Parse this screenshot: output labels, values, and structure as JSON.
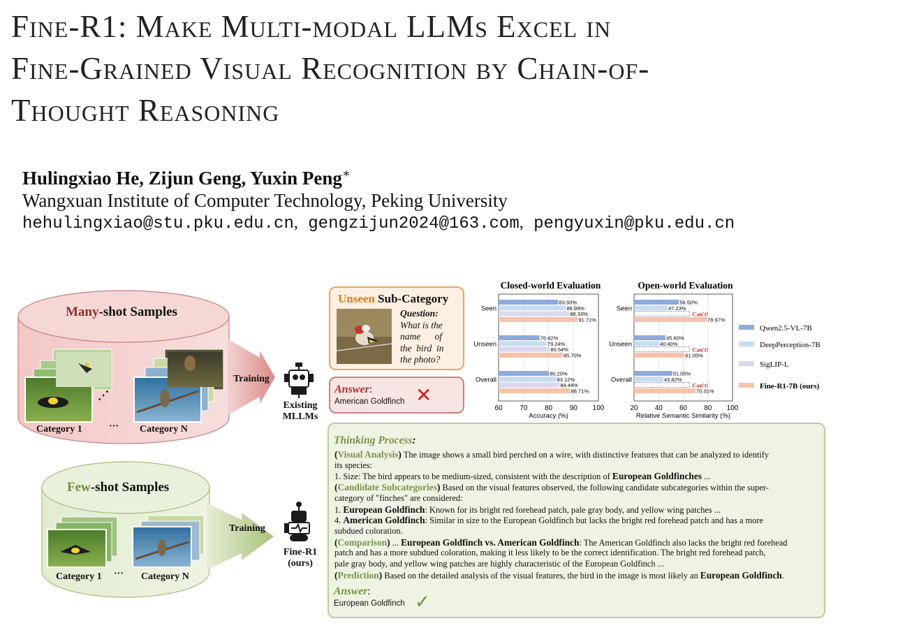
{
  "paper": {
    "title_lines": [
      "Fine-R1:  Make Multi-modal LLMs Excel in",
      "Fine-Grained Visual Recognition by Chain-of-",
      "Thought Reasoning"
    ],
    "authors": "Hulingxiao He, Zijun Geng, Yuxin Peng",
    "author_mark": "∗",
    "affiliation": "Wangxuan Institute of Computer Technology, Peking University",
    "emails": [
      "hehulingxiao@stu.pku.edu.cn",
      "gengzijun2024@163.com",
      "pengyuxin@pku.edu.cn"
    ],
    "email_sep": ","
  },
  "figure": {
    "many_shot": {
      "accent": "Many",
      "rest": "-shot Samples",
      "cat1": "Category 1",
      "dots": "···",
      "catN": "Category N",
      "accent_color": "#8e2f2a"
    },
    "few_shot": {
      "accent": "Few",
      "rest": "-shot Samples",
      "cat1": "Category 1",
      "dots": "···",
      "catN": "Category N",
      "accent_color": "#6f8f3a"
    },
    "training_label": "Training",
    "existing": [
      "Existing",
      "MLLMs"
    ],
    "finer1": [
      "Fine-R1",
      "(ours)"
    ],
    "question_box": {
      "accent": "Unseen",
      "rest": " Sub-Category",
      "question_label": "Question:",
      "question_lines": [
        "What is the",
        "name      of",
        "the  bird  in",
        "the photo?"
      ]
    },
    "wrong_answer": {
      "label": "Answer",
      "colon": ":",
      "text": "American Goldfinch",
      "mark": "✕"
    },
    "thinking": {
      "title": "Thinking Process",
      "colon": ":",
      "lines": [
        [
          {
            "t": "(",
            "s": "gb"
          },
          {
            "t": "Visual Analysis",
            "s": "gh"
          },
          {
            "t": ")",
            "s": "gb"
          },
          {
            "t": " The image shows a small bird perched on a wire, with distinctive features that can be analyzed to identify"
          }
        ],
        [
          {
            "t": "its species:"
          }
        ],
        [
          {
            "t": "1. Size: The bird appears to be medium-sized, consistent with the description of "
          },
          {
            "t": "European Goldfinches",
            "s": "gb"
          },
          {
            "t": " ..."
          }
        ],
        [
          {
            "t": "(",
            "s": "gb"
          },
          {
            "t": "Candidate Subcategories",
            "s": "gh"
          },
          {
            "t": ")",
            "s": "gb"
          },
          {
            "t": " Based on the visual features observed, the following candidate subcategories within the super-"
          }
        ],
        [
          {
            "t": "category of \"finches\" are considered:"
          }
        ],
        [
          {
            "t": "1. "
          },
          {
            "t": "European Goldfinch",
            "s": "gb"
          },
          {
            "t": ": Known for its bright red forehead patch, pale gray body, and yellow wing patches ..."
          }
        ],
        [
          {
            "t": "4. "
          },
          {
            "t": "American Goldfinch",
            "s": "gb"
          },
          {
            "t": ": Similar in size to the European Goldfinch but lacks the bright red forehead patch and has a more"
          }
        ],
        [
          {
            "t": "subdued coloration."
          }
        ],
        [
          {
            "t": "(",
            "s": "gb"
          },
          {
            "t": "Comparison",
            "s": "gh"
          },
          {
            "t": ")",
            "s": "gb"
          },
          {
            "t": " ... "
          },
          {
            "t": "European Goldfinch vs. American Goldfinch",
            "s": "gb"
          },
          {
            "t": ": The American Goldfinch also lacks the bright red forehead"
          }
        ],
        [
          {
            "t": "patch and has a more subdued coloration, making it less likely to be the correct identification. The bright red forehead patch,"
          }
        ],
        [
          {
            "t": "pale gray body, and yellow wing patches are highly characteristic of the European Goldfinch ..."
          }
        ],
        [
          {
            "t": "(",
            "s": "gb"
          },
          {
            "t": "Prediction",
            "s": "gh"
          },
          {
            "t": ")",
            "s": "gb"
          },
          {
            "t": " Based on the detailed analysis of the visual features, the bird in the image is most likely an "
          },
          {
            "t": "European Goldfinch",
            "s": "gb"
          },
          {
            "t": "."
          }
        ]
      ],
      "answer_label": "Answer",
      "answer_text": "European Goldfinch",
      "answer_mark": "✓"
    }
  },
  "chart_data": [
    {
      "type": "bar",
      "orientation": "horizontal",
      "title": "Closed-world Evaluation",
      "xlabel": "Accuracy (%)",
      "xlim": [
        60,
        100
      ],
      "xticks": [
        60,
        70,
        80,
        90,
        100
      ],
      "categories": [
        "Seen",
        "Unseen",
        "Overall"
      ],
      "series": [
        {
          "name": "Qwen2.5-VL-7B",
          "values": [
            83.93,
            76.42,
            80.2
          ],
          "labels": [
            "83.93%",
            "76.42%",
            "80.20%"
          ],
          "color": "#8eaadb"
        },
        {
          "name": "DeepPerception-7B",
          "values": [
            86.99,
            79.24,
            83.12
          ],
          "labels": [
            "86.99%",
            "79.24%",
            "83.12%"
          ],
          "color": "#c5ddf1"
        },
        {
          "name": "SigLIP-L",
          "values": [
            88.33,
            80.54,
            84.44
          ],
          "labels": [
            "88.33%",
            "80.54%",
            "84.44%"
          ],
          "color": "#dad8ee"
        },
        {
          "name": "Fine-R1-7B (ours)",
          "values": [
            91.71,
            85.7,
            88.71
          ],
          "labels": [
            "91.71%",
            "85.70%",
            "88.71%"
          ],
          "color": "#f7c2a8"
        }
      ],
      "grid": true
    },
    {
      "type": "bar",
      "orientation": "horizontal",
      "title": "Open-world Evaluation",
      "xlabel": "Relative Semantic Similarity (%)",
      "xlim": [
        20,
        100
      ],
      "xticks": [
        20,
        40,
        60,
        80,
        100
      ],
      "categories": [
        "Seen",
        "Unseen",
        "Overall"
      ],
      "na_label": "Can't!",
      "series": [
        {
          "name": "Qwen2.5-VL-7B",
          "values": [
            56.5,
            45.6,
            51.05
          ],
          "labels": [
            "56.50%",
            "45.60%",
            "51.05%"
          ],
          "color": "#8eaadb"
        },
        {
          "name": "DeepPerception-7B",
          "values": [
            47.23,
            40.4,
            43.82
          ],
          "labels": [
            "47.23%",
            "40.40%",
            "43.82%"
          ],
          "color": "#c5ddf1"
        },
        {
          "name": "SigLIP-L",
          "values": [
            null,
            null,
            null
          ],
          "labels": [
            "",
            "",
            ""
          ],
          "color": "#dad8ee"
        },
        {
          "name": "Fine-R1-7B (ours)",
          "values": [
            78.97,
            61.05,
            70.01
          ],
          "labels": [
            "78.97%",
            "61.05%",
            "70.01%"
          ],
          "color": "#f7c2a8"
        }
      ],
      "legend": "right",
      "grid": true
    }
  ]
}
